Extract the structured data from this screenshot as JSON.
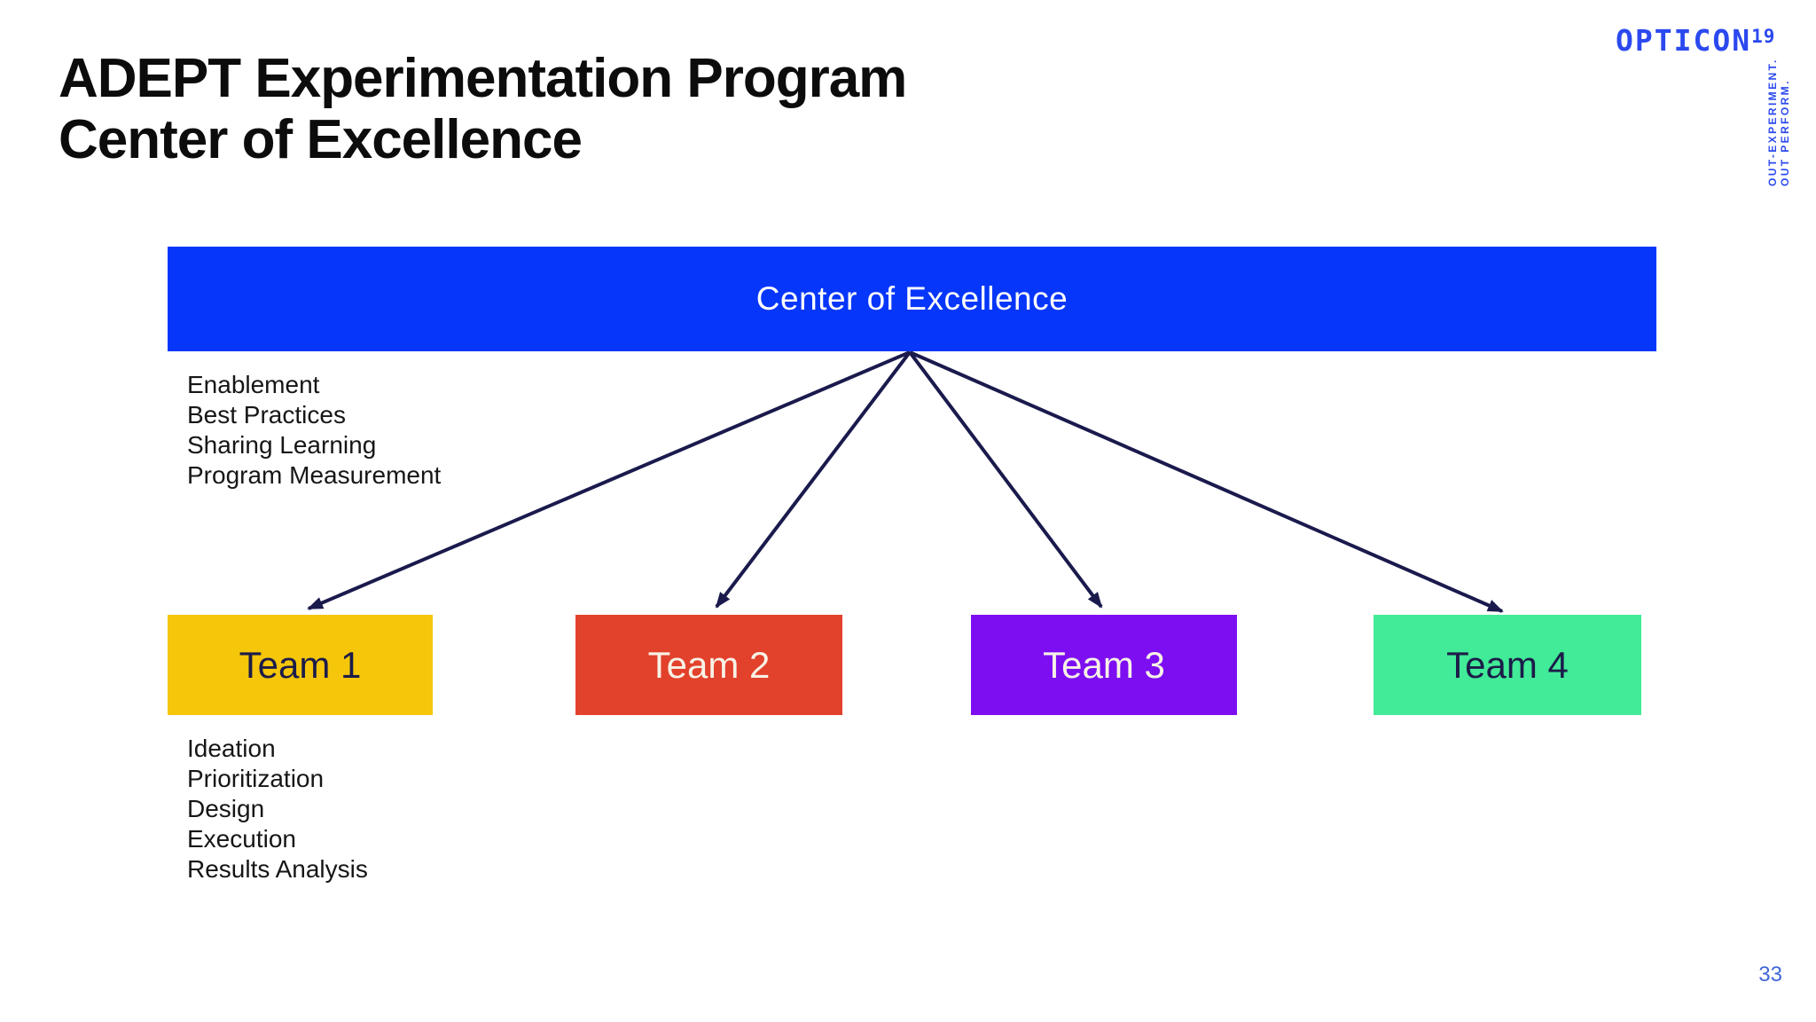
{
  "slide": {
    "title_line1": "ADEPT Experimentation Program",
    "title_line2": "Center of Excellence",
    "page_number": "33",
    "page_number_color": "#4167d6",
    "background": "#ffffff"
  },
  "logo": {
    "wordmark": "OPTICON",
    "year": "19",
    "tagline_line1": "OUT-EXPERIMENT.",
    "tagline_line2": "OUT PERFORM.",
    "color": "#2b49ef"
  },
  "diagram": {
    "root": {
      "label": "Center of Excellence",
      "bg": "#0636fa",
      "text_color": "#ffffff"
    },
    "root_functions": [
      "Enablement",
      "Best Practices",
      "Sharing Learning",
      "Program Measurement"
    ],
    "teams": [
      {
        "label": "Team 1",
        "bg": "#f5c60a",
        "text_color": "#1c1c49"
      },
      {
        "label": "Team 2",
        "bg": "#e2412c",
        "text_color": "#f8f2e6"
      },
      {
        "label": "Team 3",
        "bg": "#7d0ef2",
        "text_color": "#f8f2e6"
      },
      {
        "label": "Team 4",
        "bg": "#41eb97",
        "text_color": "#1c1c49"
      }
    ],
    "team_functions": [
      "Ideation",
      "Prioritization",
      "Design",
      "Execution",
      "Results Analysis"
    ],
    "arrow_color": "#1a1a4d"
  }
}
